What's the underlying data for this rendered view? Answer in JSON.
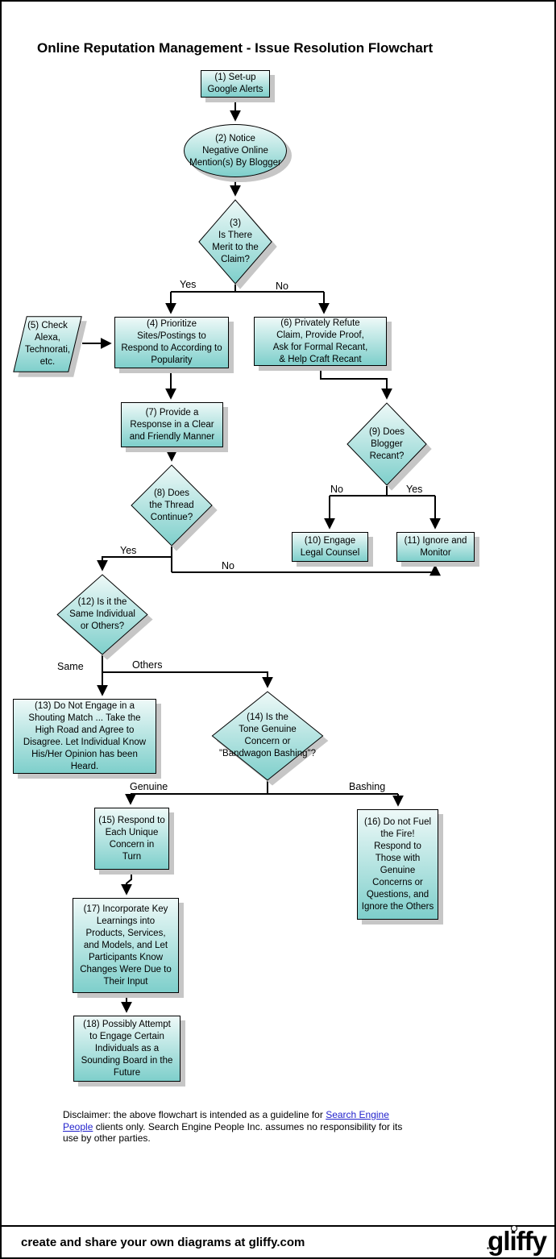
{
  "title": "Online Reputation Management - Issue Resolution Flowchart",
  "nodes": {
    "n1": {
      "shape": "rectangle",
      "text": "(1) Set-up\nGoogle Alerts"
    },
    "n2": {
      "shape": "ellipse",
      "text": "(2) Notice\nNegative Online\nMention(s) By Blogger"
    },
    "n3": {
      "shape": "diamond",
      "text": "(3)\nIs There\nMerit to the\nClaim?"
    },
    "n4": {
      "shape": "rectangle",
      "text": "(4) Prioritize\nSites/Postings to\nRespond to According to\nPopularity"
    },
    "n5": {
      "shape": "parallelogram",
      "text": "(5) Check\nAlexa,\nTechnorati,\netc."
    },
    "n6": {
      "shape": "rectangle",
      "text": "(6) Privately Refute\nClaim, Provide Proof,\nAsk for Formal Recant,\n& Help Craft Recant"
    },
    "n7": {
      "shape": "rectangle",
      "text": "(7) Provide a\nResponse in a Clear\nand Friendly Manner"
    },
    "n8": {
      "shape": "diamond",
      "text": "(8) Does\nthe Thread\nContinue?"
    },
    "n9": {
      "shape": "diamond",
      "text": "(9) Does\nBlogger\nRecant?"
    },
    "n10": {
      "shape": "rectangle",
      "text": "(10) Engage\nLegal Counsel"
    },
    "n11": {
      "shape": "rectangle",
      "text": "(11) Ignore and\nMonitor"
    },
    "n12": {
      "shape": "diamond",
      "text": "(12) Is it the\nSame Individual\nor Others?"
    },
    "n13": {
      "shape": "rectangle",
      "text": "(13) Do Not Engage in a\nShouting Match ... Take the\nHigh Road and Agree to\nDisagree. Let Individual Know\nHis/Her Opinion has been\nHeard."
    },
    "n14": {
      "shape": "diamond",
      "text": "(14) Is the\nTone Genuine\nConcern or\n\"Bandwagon Bashing\"?"
    },
    "n15": {
      "shape": "rectangle",
      "text": "(15) Respond to\nEach Unique\nConcern in\nTurn"
    },
    "n16": {
      "shape": "rectangle",
      "text": "(16) Do not Fuel\nthe Fire!\nRespond to\nThose with\nGenuine\nConcerns or\nQuestions, and\nIgnore the Others"
    },
    "n17": {
      "shape": "rectangle",
      "text": "(17) Incorporate Key\nLearnings into\nProducts, Services,\nand Models, and Let\nParticipants Know\nChanges Were Due to\nTheir Input"
    },
    "n18": {
      "shape": "rectangle",
      "text": "(18) Possibly Attempt\nto Engage Certain\nIndividuals as a\nSounding Board in the\nFuture"
    }
  },
  "edge_labels": {
    "merit_yes": "Yes",
    "merit_no": "No",
    "recant_no": "No",
    "recant_yes": "Yes",
    "thread_yes": "Yes",
    "thread_no": "No",
    "same": "Same",
    "others": "Others",
    "genuine": "Genuine",
    "bashing": "Bashing"
  },
  "disclaimer": {
    "before_link": "Disclaimer: the above flowchart is intended as a guideline for ",
    "link": "Search Engine People",
    "after_link": " clients only. Search Engine People Inc. assumes no responsibility for its use by other parties."
  },
  "footer": {
    "tagline": "create and share your own diagrams at gliffy.com",
    "logo": "gliffy"
  },
  "colors": {
    "node_fill_top": "#eef9f8",
    "node_fill_bottom": "#7ecfcb",
    "node_border": "#000000",
    "shadow": "#c6c6c6",
    "line": "#000000",
    "link": "#2222cc"
  }
}
